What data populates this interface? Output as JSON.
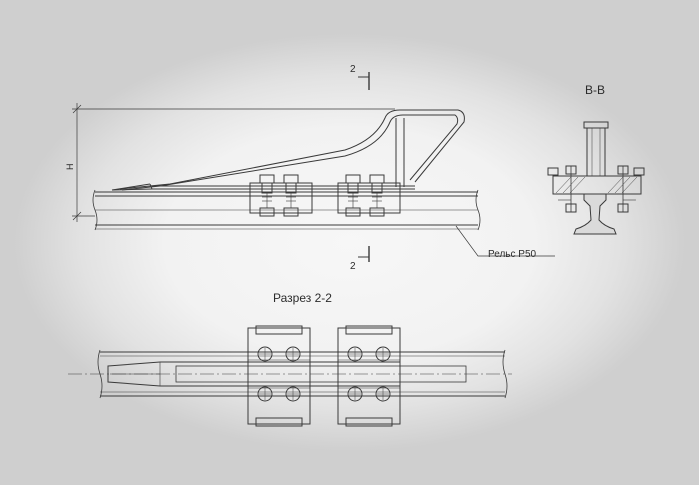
{
  "drawing": {
    "section_bb_title": "В-В",
    "section_22_title": "Разрез 2-2",
    "rail_label": "Рельс Р50",
    "cut_mark_top": "2",
    "cut_mark_bottom": "2",
    "height_dim": "H"
  },
  "colors": {
    "line": "#3a3a3a",
    "paper": "#f2f2f2"
  }
}
